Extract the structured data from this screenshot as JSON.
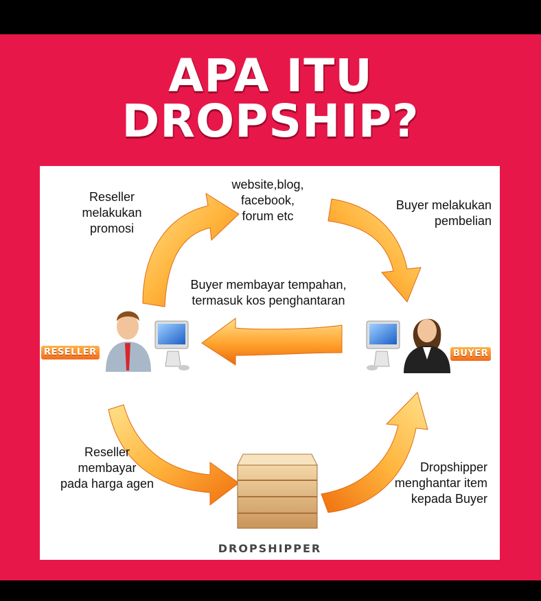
{
  "title": {
    "line1": "APA ITU",
    "line2": "DROPSHIP?"
  },
  "labels": {
    "channels": [
      "website,blog,",
      "facebook,",
      "forum etc"
    ],
    "reseller_promo": [
      "Reseller",
      "melakukan",
      "promosi"
    ],
    "buyer_purchase": [
      "Buyer melakukan",
      "pembelian"
    ],
    "buyer_pays": [
      "Buyer membayar tempahan,",
      "termasuk kos penghantaran"
    ],
    "reseller_pays": [
      "Reseller",
      "membayar",
      "pada harga agen"
    ],
    "dropshipper_ships": [
      "Dropshipper",
      "menghantar item",
      "kepada Buyer"
    ]
  },
  "roles": {
    "reseller": "RESELLER",
    "buyer": "BUYER",
    "dropshipper": "DROPSHIPPER"
  },
  "colors": {
    "frame": "#e8174a",
    "arrow_light": "#ffd36b",
    "arrow_dark": "#f07a12"
  }
}
